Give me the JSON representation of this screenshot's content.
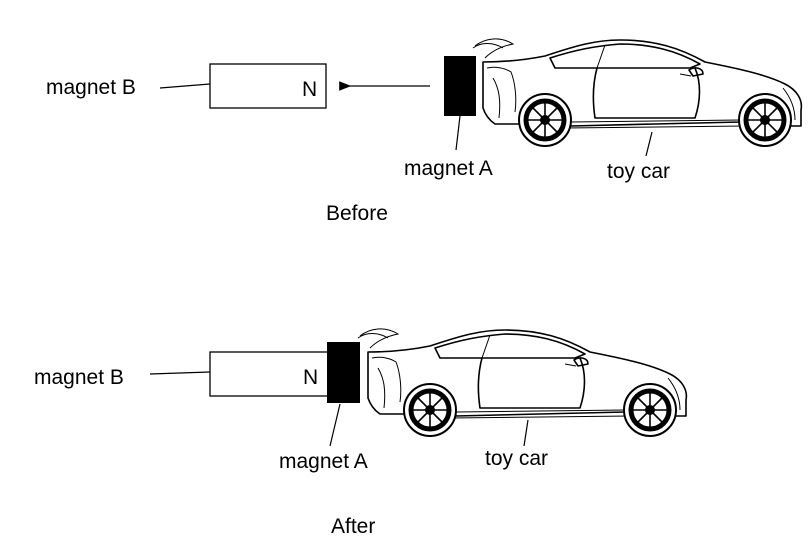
{
  "before": {
    "magnet_b_label": "magnet B",
    "magnet_b_pole": "N",
    "magnet_a_label": "magnet A",
    "car_label": "toy car",
    "caption": "Before"
  },
  "after": {
    "magnet_b_label": "magnet B",
    "magnet_b_pole": "N",
    "magnet_a_label": "magnet A",
    "car_label": "toy car",
    "caption": "After"
  }
}
